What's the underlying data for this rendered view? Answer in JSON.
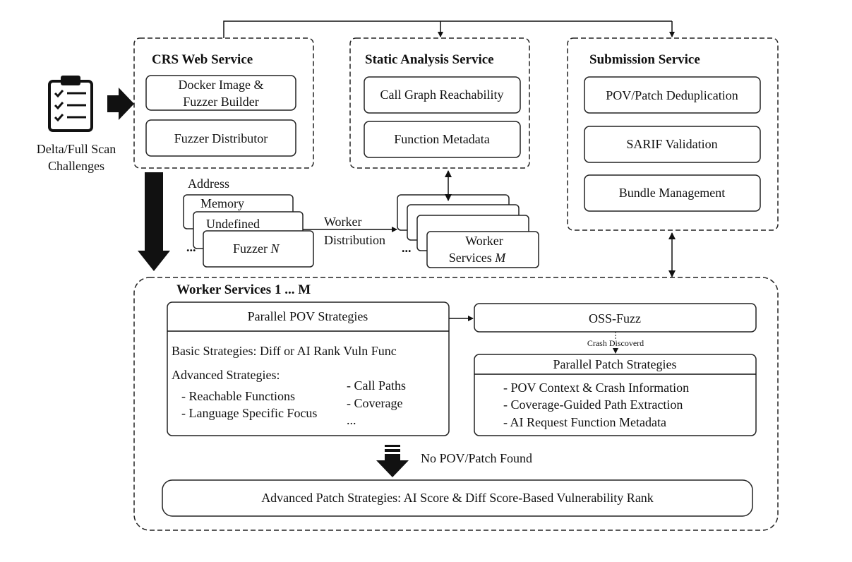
{
  "input": {
    "label_line1": "Delta/Full Scan",
    "label_line2": "Challenges"
  },
  "crs_web_service": {
    "title": "CRS Web Service",
    "docker_line1": "Docker Image &",
    "docker_line2": "Fuzzer  Builder",
    "distributor": "Fuzzer Distributor"
  },
  "static_analysis_service": {
    "title": "Static Analysis Service",
    "call_graph": "Call Graph Reachability",
    "metadata": "Function Metadata"
  },
  "submission_service": {
    "title": "Submission Service",
    "dedup": "POV/Patch Deduplication",
    "sarif": "SARIF Validation",
    "bundle": "Bundle Management"
  },
  "fuzzers": {
    "address": "Address",
    "memory": "Memory",
    "undefined": "Undefined",
    "fuzzer_prefix": "Fuzzer ",
    "fuzzer_var": "N",
    "ellipsis": "..."
  },
  "worker_distribution": {
    "line1": "Worker",
    "line2": "Distribution"
  },
  "worker_stack": {
    "line1": "Worker",
    "line2_prefix": "Services ",
    "line2_var": "M",
    "ellipsis": "..."
  },
  "worker_services": {
    "title": "Worker Services 1 ... M",
    "pov": {
      "title": "Parallel POV Strategies",
      "basic": "Basic Strategies: Diff or AI Rank Vuln Func",
      "advanced": "Advanced Strategies:",
      "items_left": [
        "- Reachable Functions",
        "- Language Specific Focus"
      ],
      "items_right": [
        "- Call Paths",
        "- Coverage",
        "..."
      ]
    },
    "oss_fuzz": "OSS-Fuzz",
    "crash_label": "Crash Discoverd",
    "patch": {
      "title": "Parallel Patch Strategies",
      "items": [
        "- POV Context & Crash Information",
        "- Coverage-Guided Path Extraction",
        "- AI Request Function Metadata"
      ]
    },
    "no_found": "No POV/Patch Found",
    "advanced_patch": "Advanced Patch Strategies: AI Score & Diff Score-Based Vulnerability Rank"
  }
}
